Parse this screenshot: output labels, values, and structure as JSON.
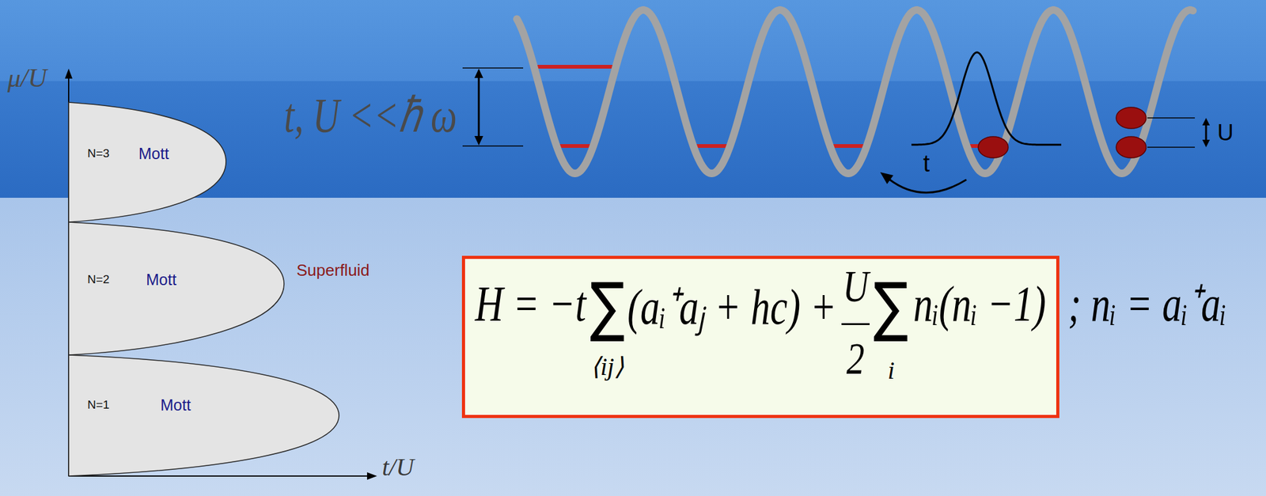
{
  "diagram": {
    "nodes": [
      {
        "text": [
          "N=3",
          "Mott"
        ]
      },
      {
        "text": [
          "N=2",
          "Mott"
        ]
      },
      {
        "text": [
          "N=1",
          "Mott"
        ]
      },
      {
        "text": [
          "H = −t",
          "∑",
          "⟨ij⟩",
          "(aᵢ⁺aⱼ + hc) +",
          "U",
          "2",
          "∑",
          "i",
          "nᵢ(nᵢ −1)"
        ]
      }
    ],
    "labels": [
      "μ/U",
      "t, U <<ℏ ω",
      "t",
      "U",
      "Superfluid",
      "t/U",
      "; nᵢ = aᵢ⁺aᵢ"
    ]
  }
}
